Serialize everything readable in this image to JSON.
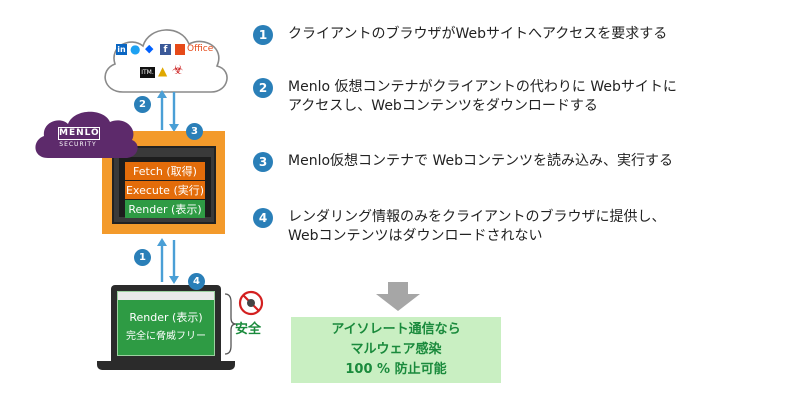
{
  "steps": [
    {
      "num": "1",
      "lines": [
        "クライアントのブラウザがWebサイトへアクセスを要求する"
      ]
    },
    {
      "num": "2",
      "lines": [
        "Menlo 仮想コンテナがクライアントの代わりに Webサイトに",
        "アクセスし、Webコンテンツをダウンロードする"
      ]
    },
    {
      "num": "3",
      "lines": [
        "Menlo仮想コンテナで Webコンテンツを読み込み、実行する"
      ]
    },
    {
      "num": "4",
      "lines": [
        "レンダリング情報のみをクライアントのブラウザに提供し、",
        "Webコンテンツはダウンロードされない"
      ]
    }
  ],
  "cloud_logos": {
    "office_label": "Office",
    "small_logo_text": "ITM."
  },
  "menlo": {
    "name": "MENLO",
    "sub": "SECURITY"
  },
  "container": {
    "fetch": "Fetch (取得)",
    "execute": "Execute (実行)",
    "render": "Render (表示)"
  },
  "laptop": {
    "render": "Render (表示)",
    "safe_line": "完全に脅威フリー"
  },
  "safe_label": "安全",
  "diagram_badges": {
    "b1": "1",
    "b2": "2",
    "b3": "3",
    "b4": "4"
  },
  "result_lines": [
    "アイソレート通信なら",
    "マルウェア感染",
    "100 % 防止可能"
  ],
  "colors": {
    "badge": "#2a7fb8",
    "orange": "#f39a2b",
    "chip_fetch": "#e36c0a",
    "chip_execute": "#e36c0a",
    "chip_render": "#2e9b44",
    "menlo_purple": "#5d2a6b",
    "screen_green": "#2e9b44",
    "result_bg": "#c9efc2",
    "result_text": "#1a8a3c",
    "arrow_blue": "#4a9fd6"
  }
}
